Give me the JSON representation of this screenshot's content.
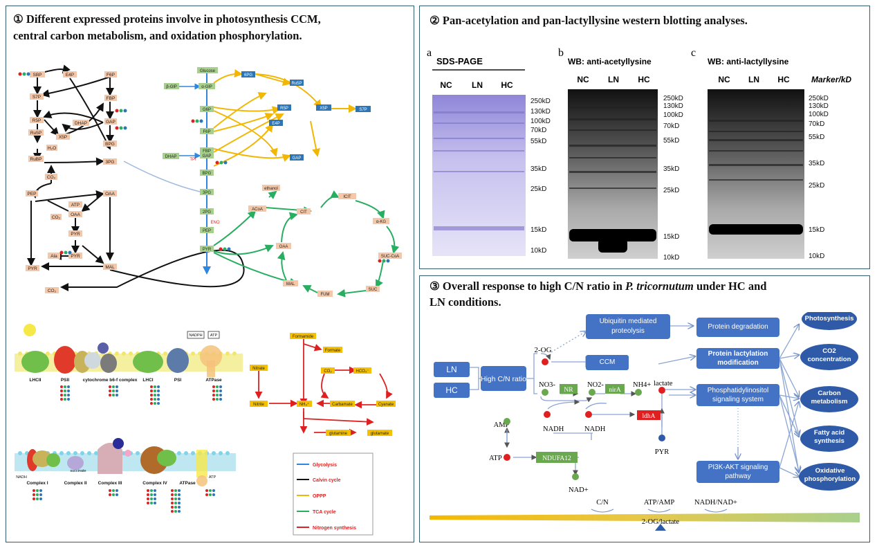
{
  "panel1": {
    "title_line1": "① Different expressed proteins involve in photosynthesis CCM,",
    "title_line2": "central carbon metabolism, and oxidation phosphorylation.",
    "calvin_nodes": [
      "SBP",
      "E4P",
      "F6P",
      "S7P",
      "R5P",
      "X5P",
      "FBP",
      "DHAP",
      "GAP",
      "Ru5P",
      "RuBP",
      "BPG",
      "H2O",
      "3PG",
      "CO2",
      "PEP",
      "OAA",
      "ATP",
      "CO2",
      "OAA",
      "Ala",
      "PYR",
      "PYR",
      "MAL",
      "CO2"
    ],
    "glycolysis_nodes": [
      "Glucose",
      "β-GlP",
      "α-GlP",
      "G6P",
      "6PG",
      "R5P",
      "X5P",
      "Ru5P",
      "F6P",
      "E4P",
      "FBP",
      "S7P",
      "DHAP",
      "TPI",
      "GAP",
      "BPG",
      "3PG",
      "2PG",
      "ENO",
      "PEP",
      "PYR",
      "ACoA",
      "ethanol",
      "CIT",
      "ICIT",
      "α-KG",
      "SUC-CoA",
      "OAA",
      "MAL",
      "FUM",
      "SUC"
    ],
    "thylakoid_labels": [
      "LHCII",
      "PSII",
      "cytochrome b6-f complex",
      "LHCI",
      "PSI",
      "ATPase",
      "NADPH",
      "ATP"
    ],
    "mito_labels": [
      "Complex I",
      "Complex II",
      "Complex III",
      "Complex IV",
      "ATPase",
      "NADH",
      "succinate",
      "ATP"
    ],
    "nitrogen_nodes": [
      "Formamide",
      "Formate",
      "Nitrate",
      "CO2",
      "HCO3-",
      "Nitrite",
      "NH4+",
      "Carbamate",
      "Cyanate",
      "glutamine",
      "glutamate"
    ],
    "legend": [
      {
        "label": "Glycolysis",
        "color": "#2e86de"
      },
      {
        "label": "Calvin cycle",
        "color": "#111111"
      },
      {
        "label": "OPPP",
        "color": "#f2b705"
      },
      {
        "label": "TCA cycle",
        "color": "#27ae60"
      },
      {
        "label": "Nitrogen synthesis",
        "color": "#e02020"
      }
    ]
  },
  "panel2": {
    "title": "② Pan-acetylation and pan-lactyllysine western blotting analyses.",
    "blots": [
      {
        "letter": "a",
        "heading": "SDS-PAGE",
        "lanes": [
          "NC",
          "LN",
          "HC"
        ],
        "markers": [
          "250kD",
          "130kD",
          "100kD",
          "70kD",
          "55kD",
          "35kD",
          "25kD",
          "15kD",
          "10kD"
        ]
      },
      {
        "letter": "b",
        "heading": "WB: anti-acetyllysine",
        "lanes": [
          "NC",
          "LN",
          "HC"
        ],
        "markers": [
          "250kD",
          "130kD",
          "100kD",
          "70kD",
          "55kD",
          "35kD",
          "25kD",
          "15kD",
          "10kD"
        ]
      },
      {
        "letter": "c",
        "heading": "WB: anti-lactyllysine",
        "lanes": [
          "NC",
          "LN",
          "HC"
        ],
        "markers": [
          "250kD",
          "130kD",
          "100kD",
          "70kD",
          "55kD",
          "35kD",
          "25kD",
          "15kD",
          "10kD"
        ]
      }
    ],
    "marker_header": "Marker/kD"
  },
  "panel3": {
    "title_pre": "③ Overall response to high C/N ratio in ",
    "title_species": "P. tricornutum",
    "title_post": " under HC and",
    "title_line2": "LN conditions.",
    "conditions": [
      "LN",
      "HC"
    ],
    "center_box": "High C/N ratio",
    "boxes": {
      "ubiquitin": "Ubiquitin mediated proteolysis",
      "degradation": "Protein degradation",
      "ccm": "CCM",
      "lactylation": "Protein lactylation modification",
      "phosphatidyl": "Phosphatidylinositol signaling system",
      "pi3k": "PI3K-AKT signaling pathway"
    },
    "ellipses": [
      "Photosynthesis",
      "CO2 concentration",
      "Carbon metabolism",
      "Fatty acid synthesis",
      "Oxidative phosphorylation"
    ],
    "metabolites": {
      "og": "2-OG",
      "no3": "NO3-",
      "no2": "NO2-",
      "nh4": "NH4+",
      "lactate": "lactate",
      "amp": "AMP",
      "atp": "ATP",
      "nadh1": "NADH",
      "nadh2": "NADH",
      "pyr": "PYR",
      "nad": "NAD+"
    },
    "enzymes": {
      "nr": "NR",
      "nira": "nirA",
      "ldha": "ldhA",
      "ndufa": "NDUFA12"
    },
    "ratios": [
      "C/N",
      "ATP/AMP",
      "NADH/NAD+"
    ],
    "bottom_label": "2-OG/lactate",
    "colors": {
      "box": "#4472c4",
      "ellipse": "#2e5aa8",
      "up": "#e02020",
      "green": "#6aa84f",
      "ldha": "#e02020",
      "wedge_left": "#f5b800",
      "wedge_right": "#a8d08d"
    }
  }
}
